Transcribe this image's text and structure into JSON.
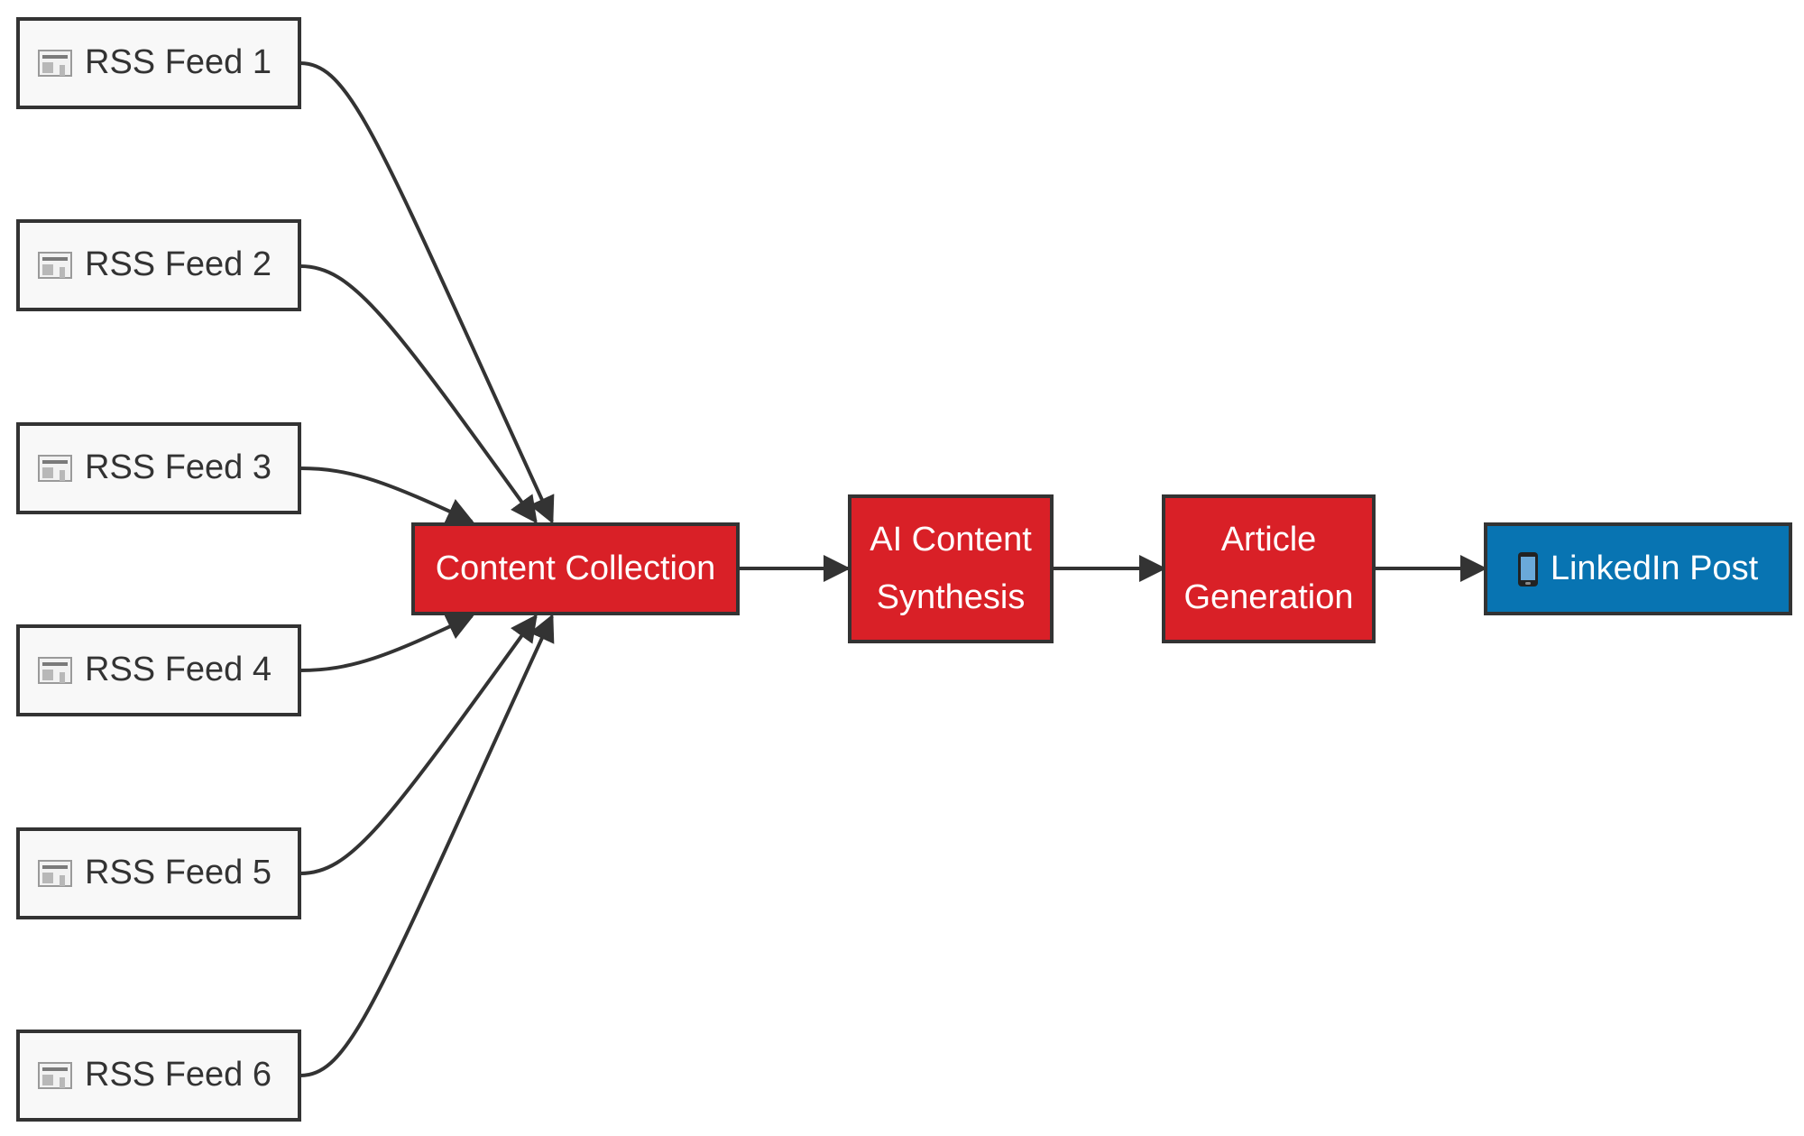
{
  "diagram": {
    "feeds": [
      {
        "label": "RSS Feed 1",
        "icon": "newspaper-icon"
      },
      {
        "label": "RSS Feed 2",
        "icon": "newspaper-icon"
      },
      {
        "label": "RSS Feed 3",
        "icon": "newspaper-icon"
      },
      {
        "label": "RSS Feed 4",
        "icon": "newspaper-icon"
      },
      {
        "label": "RSS Feed 5",
        "icon": "newspaper-icon"
      },
      {
        "label": "RSS Feed 6",
        "icon": "newspaper-icon"
      }
    ],
    "collection": {
      "label": "Content Collection"
    },
    "synthesis": {
      "line1": "AI Content",
      "line2": "Synthesis"
    },
    "generation": {
      "line1": "Article",
      "line2": "Generation"
    },
    "output": {
      "label": "LinkedIn Post",
      "icon": "mobile-phone-icon"
    },
    "colors": {
      "feed_fill": "#f8f8f8",
      "process_fill": "#d92027",
      "output_fill": "#0874b2",
      "stroke": "#333333"
    }
  }
}
